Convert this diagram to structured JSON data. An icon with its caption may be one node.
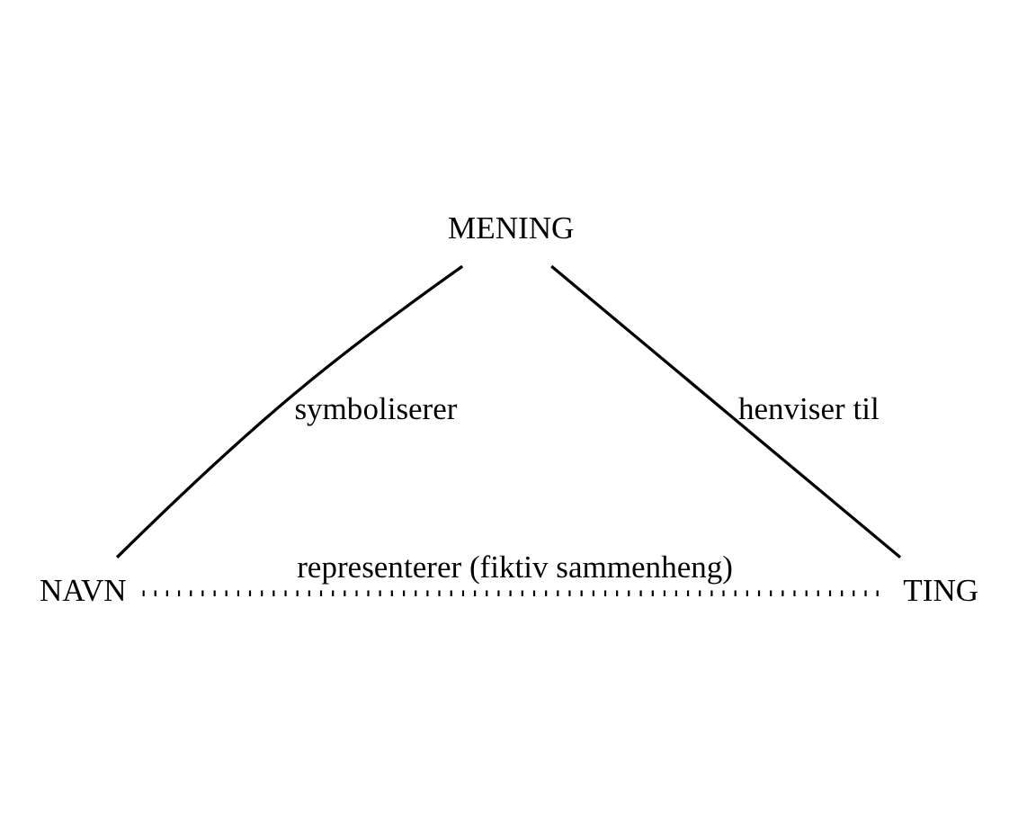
{
  "diagram": {
    "nodes": [
      {
        "text": [
          "MENING"
        ]
      },
      {
        "text": [
          "NAVN"
        ]
      },
      {
        "text": [
          "TING"
        ]
      }
    ],
    "edges": [
      {
        "from": 0,
        "to": 1,
        "arrow": "none",
        "label": "symboliserer"
      },
      {
        "from": 0,
        "to": 2,
        "arrow": "none",
        "label": "henviser til"
      },
      {
        "from": 1,
        "to": 2,
        "arrow": "none",
        "label": "representerer (fiktiv sammenheng)",
        "style": "dashed"
      }
    ]
  }
}
